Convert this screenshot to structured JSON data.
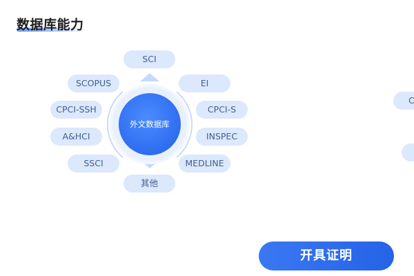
{
  "section": {
    "title": "数据库能力"
  },
  "center": {
    "label": "外文数据库"
  },
  "databases": {
    "sci": "SCI",
    "scopus": "SCOPUS",
    "ei": "EI",
    "cpci_ssh": "CPCI-SSH",
    "cpci_s": "CPCI-S",
    "ahci": "A&HCI",
    "inspec": "INSPEC",
    "ssci": "SSCI",
    "medline": "MEDLINE",
    "other": "其他"
  },
  "right_partial": {
    "first_label": "C",
    "second_label": ""
  },
  "actions": {
    "certificate_button": "开具证明"
  },
  "colors": {
    "accent": "#2f6df0",
    "pill_background": "#dce8fb",
    "pill_text": "#3f5f94",
    "button": "#2563e8"
  }
}
